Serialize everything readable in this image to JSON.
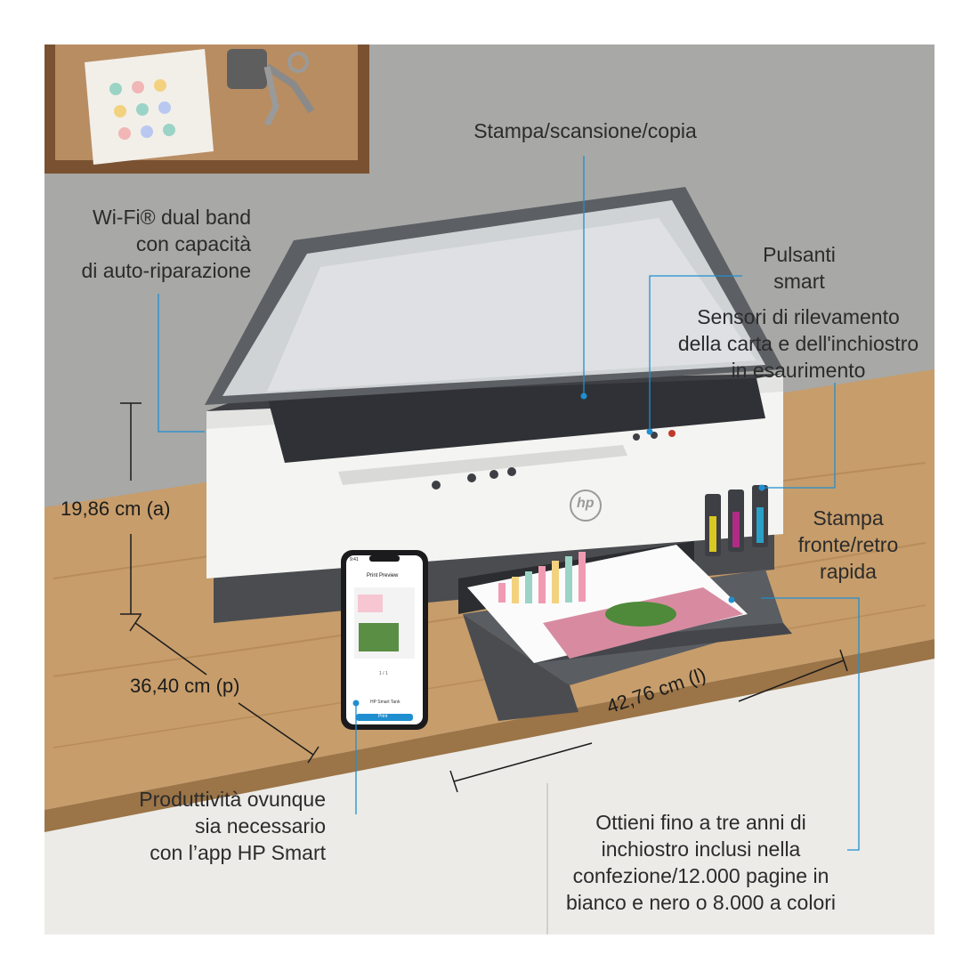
{
  "callouts": {
    "print_scan_copy": "Stampa/scansione/copia",
    "wifi": [
      "Wi-Fi® dual band",
      "con capacità",
      "di auto-riparazione"
    ],
    "smart_buttons": [
      "Pulsanti",
      "smart"
    ],
    "sensors": [
      "Sensori di rilevamento",
      "della carta e dell'inchiostro",
      "in esaurimento"
    ],
    "duplex": [
      "Stampa",
      "fronte/retro",
      "rapida"
    ],
    "productivity": [
      "Produttività ovunque",
      "sia necessario",
      "con l’app HP Smart"
    ],
    "ink": [
      "Ottieni fino a tre anni di",
      "inchiostro inclusi nella",
      "confezione/12.000 pagine in",
      "bianco e nero o 8.000 a colori"
    ]
  },
  "dimensions": {
    "height": "19,86 cm (a)",
    "depth": "36,40 cm (p)",
    "width": "42,76 cm (l)"
  },
  "brand": {
    "logo": "hp"
  },
  "phone": {
    "time": "9:41",
    "screen_title": "Print Preview",
    "page_indicator": "1 / 1",
    "printer_name": "HP Smart Tank",
    "print_button": "Print"
  },
  "colors": {
    "accent": "#1f8fd0",
    "wall": "#a9a9a7",
    "wood": "#c99f6c"
  }
}
